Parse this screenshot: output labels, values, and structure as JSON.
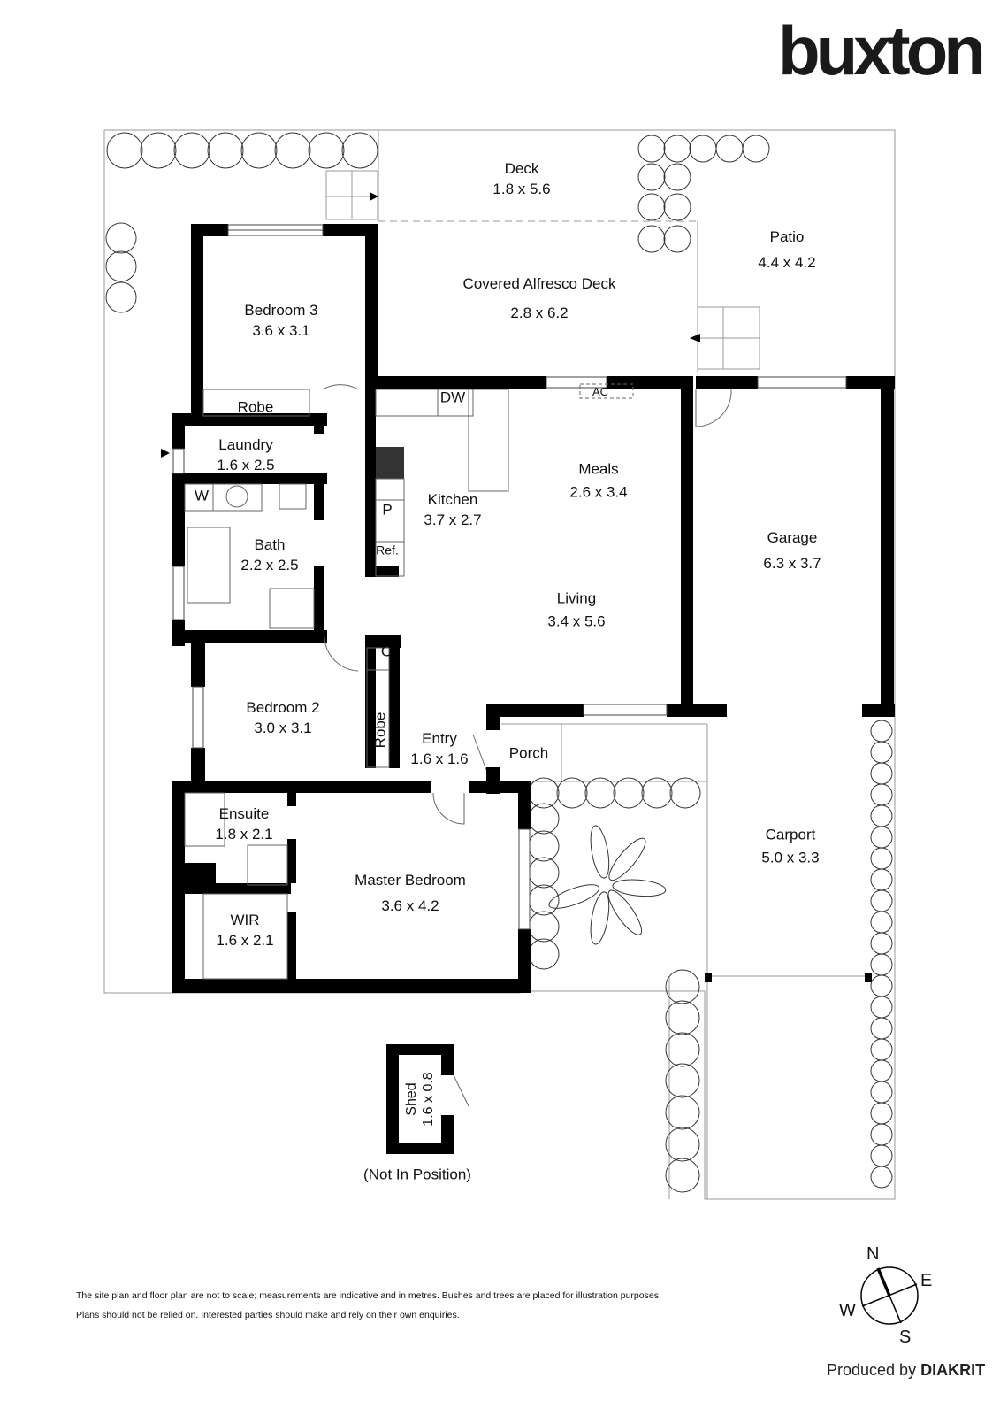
{
  "brand": {
    "logo_text": "buxton",
    "accent_color": "#1a1a1a"
  },
  "rooms": [
    {
      "id": "deck",
      "name": "Deck",
      "dims": "1.8 x 5.6"
    },
    {
      "id": "patio",
      "name": "Patio",
      "dims": "4.4 x 4.2"
    },
    {
      "id": "alfresco",
      "name": "Covered Alfresco Deck",
      "dims": "2.8 x 6.2"
    },
    {
      "id": "bedroom3",
      "name": "Bedroom 3",
      "dims": "3.6 x 3.1"
    },
    {
      "id": "robe3",
      "name": "Robe",
      "dims": ""
    },
    {
      "id": "laundry",
      "name": "Laundry",
      "dims": "1.6 x 2.5"
    },
    {
      "id": "bath",
      "name": "Bath",
      "dims": "2.2 x 2.5"
    },
    {
      "id": "kitchen",
      "name": "Kitchen",
      "dims": "3.7 x 2.7"
    },
    {
      "id": "meals",
      "name": "Meals",
      "dims": "2.6 x 3.4"
    },
    {
      "id": "living",
      "name": "Living",
      "dims": "3.4 x 5.6"
    },
    {
      "id": "garage",
      "name": "Garage",
      "dims": "6.3 x 3.7"
    },
    {
      "id": "bedroom2",
      "name": "Bedroom 2",
      "dims": "3.0 x 3.1"
    },
    {
      "id": "robe2",
      "name": "Robe",
      "dims": ""
    },
    {
      "id": "entry",
      "name": "Entry",
      "dims": "1.6 x 1.6"
    },
    {
      "id": "porch",
      "name": "Porch",
      "dims": ""
    },
    {
      "id": "ensuite",
      "name": "Ensuite",
      "dims": "1.8 x 2.1"
    },
    {
      "id": "wir",
      "name": "WIR",
      "dims": "1.6 x 2.1"
    },
    {
      "id": "master",
      "name": "Master Bedroom",
      "dims": "3.6 x 4.2"
    },
    {
      "id": "carport",
      "name": "Carport",
      "dims": "5.0 x 3.3"
    },
    {
      "id": "shed",
      "name": "Shed",
      "dims": "1.6 x 0.8"
    }
  ],
  "fixtures": {
    "dw": "DW",
    "ac": "AC",
    "pantry": "P",
    "fridge": "Ref.",
    "cupboard": "C",
    "washer": "W"
  },
  "shed_note": "(Not In Position)",
  "disclaimer": {
    "line1": "The site plan and floor plan are not to scale; measurements are indicative and in metres. Bushes and trees are placed for illustration purposes.",
    "line2": "Plans should not be relied on. Interested parties should make and rely on their own enquiries."
  },
  "compass": {
    "n": "N",
    "e": "E",
    "s": "S",
    "w": "W"
  },
  "credit": {
    "prefix": "Produced by",
    "brand": "DIAKRIT"
  }
}
